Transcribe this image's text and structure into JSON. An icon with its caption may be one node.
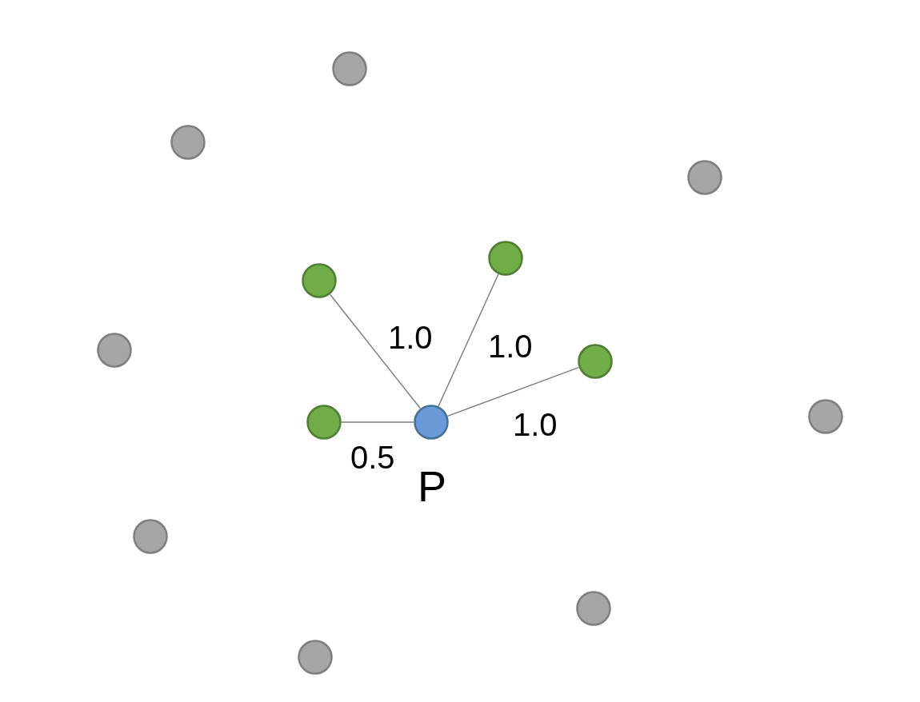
{
  "diagram": {
    "nodes": [
      {
        "text": [],
        "shape": "circle"
      },
      {
        "text": [],
        "shape": "circle"
      },
      {
        "text": [],
        "shape": "circle"
      },
      {
        "text": [],
        "shape": "circle"
      },
      {
        "text": [],
        "shape": "circle"
      },
      {
        "text": [],
        "shape": "circle"
      },
      {
        "text": [],
        "shape": "circle"
      },
      {
        "text": [],
        "shape": "circle"
      },
      {
        "text": [],
        "shape": "circle"
      },
      {
        "text": [],
        "shape": "circle",
        "beside": [
          "P"
        ]
      },
      {
        "text": [],
        "shape": "circle"
      },
      {
        "text": [],
        "shape": "circle"
      },
      {
        "text": [],
        "shape": "circle"
      }
    ],
    "edges": [
      {
        "from": 9,
        "to": 4,
        "arrow": "none",
        "label": "1.0"
      },
      {
        "from": 9,
        "to": 3,
        "arrow": "none",
        "label": "1.0"
      },
      {
        "from": 9,
        "to": 6,
        "arrow": "none",
        "label": "1.0"
      },
      {
        "from": 9,
        "to": 8,
        "arrow": "none",
        "label": "0.5"
      }
    ]
  }
}
